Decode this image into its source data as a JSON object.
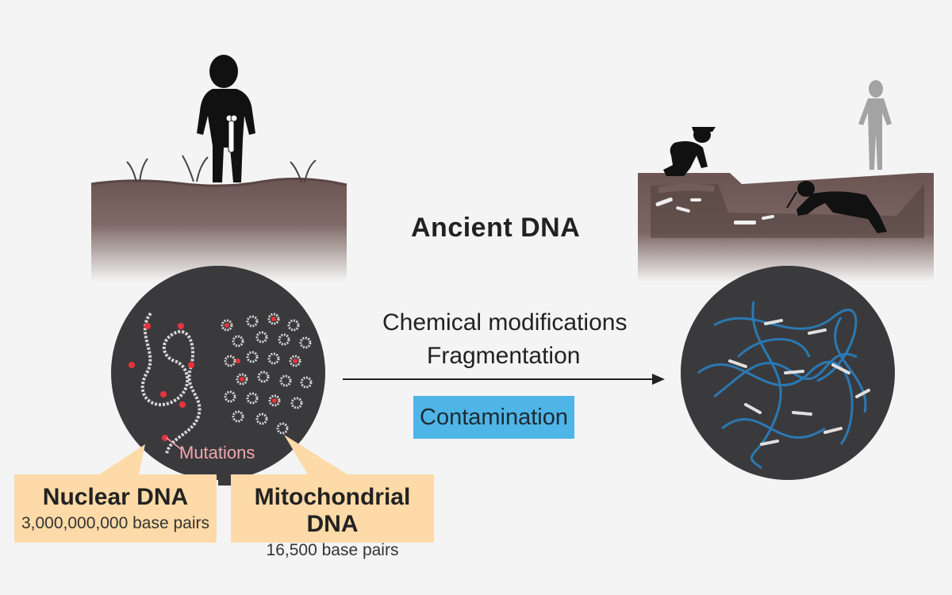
{
  "title": "Ancient DNA",
  "process": {
    "line1": "Chemical modifications",
    "line2": "Fragmentation",
    "contamination": "Contamination"
  },
  "mutations_label": "Mutations",
  "nuclear": {
    "title": "Nuclear DNA",
    "detail": "3,000,000,000 base pairs"
  },
  "mitochondrial": {
    "title": "Mitochondrial DNA",
    "detail": "16,500 base pairs"
  },
  "colors": {
    "soil": "#6b5552",
    "circle": "#3a3a3d",
    "strand": "#d7d7d7",
    "mutation": "#e8333d",
    "contamination": "#4eb5e6",
    "card": "#fddaa7",
    "blue_dna": "#2a7fbf"
  }
}
